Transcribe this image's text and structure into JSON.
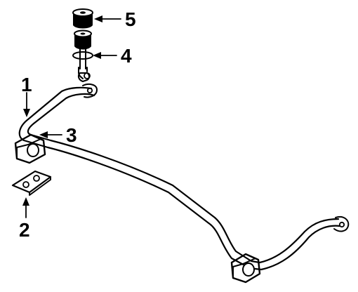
{
  "diagram": {
    "callouts": [
      {
        "id": "1",
        "label": "1"
      },
      {
        "id": "2",
        "label": "2"
      },
      {
        "id": "3",
        "label": "3"
      },
      {
        "id": "4",
        "label": "4"
      },
      {
        "id": "5",
        "label": "5"
      }
    ]
  },
  "colors": {
    "ink": "#000000",
    "background": "#ffffff"
  }
}
